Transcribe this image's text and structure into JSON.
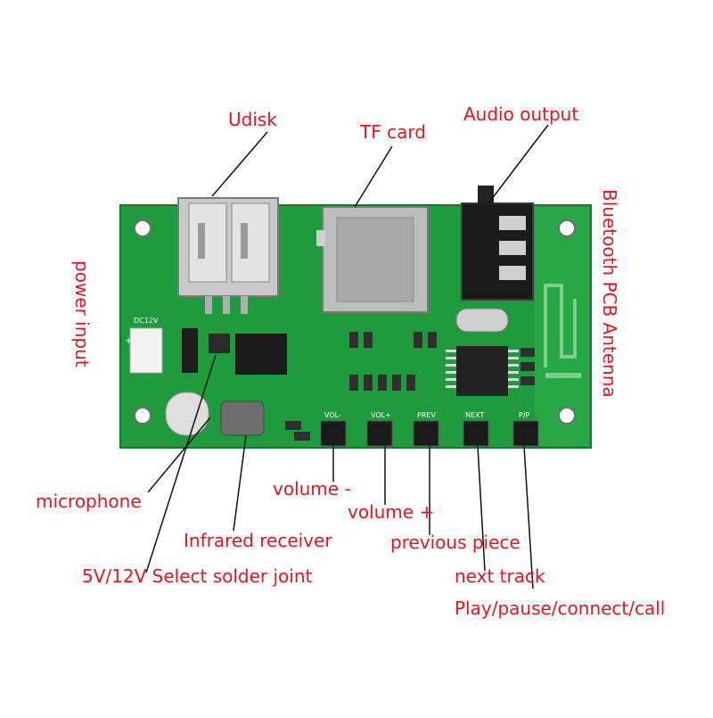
{
  "labels": {
    "udisk": "Udisk",
    "tf_card": "TF card",
    "audio_output": "Audio output",
    "bluetooth_antenna": "Bluetooth PCB Antenna",
    "power_input": "power input",
    "microphone": "microphone",
    "infrared_receiver": "Infrared receiver",
    "solder_joint": "5V/12V Select solder joint",
    "volume_minus": "volume -",
    "volume_plus": "volume +",
    "previous_piece": "previous piece",
    "next_track": "next track",
    "play_pause": "Play/pause/connect/call"
  },
  "silkscreen": {
    "dc12v": "DC12V",
    "plus": "+",
    "vol_minus": "VOL-",
    "vol_plus": "VOL+",
    "prev": "PREV",
    "next": "NEXT",
    "pp": "P/P"
  },
  "colors": {
    "pcb": "#1e9a3c",
    "annotation": "#e8141c",
    "silk": "#ffffff"
  }
}
